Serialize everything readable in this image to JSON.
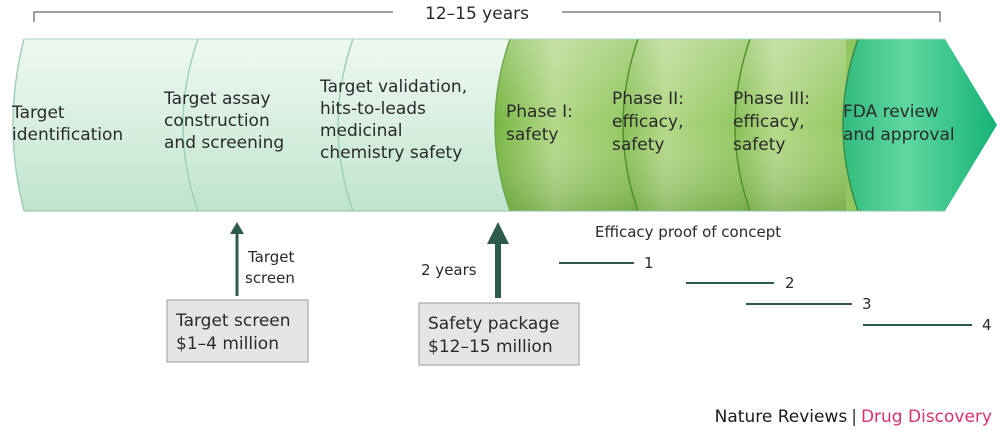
{
  "timeline": {
    "label": "12–15 years"
  },
  "stages": [
    {
      "lines": [
        "Target",
        "identification"
      ]
    },
    {
      "lines": [
        "Target assay",
        "construction",
        "and screening"
      ]
    },
    {
      "lines": [
        "Target validation,",
        "hits-to-leads",
        "medicinal",
        "chemistry safety"
      ]
    },
    {
      "lines": [
        "Phase I:",
        "safety"
      ]
    },
    {
      "lines": [
        "Phase II:",
        "efficacy,",
        "safety"
      ]
    },
    {
      "lines": [
        "Phase III:",
        "efficacy,",
        "safety"
      ]
    },
    {
      "lines": [
        "FDA review",
        "and approval"
      ]
    }
  ],
  "target_screen": {
    "arrow_label": [
      "Target",
      "screen"
    ],
    "box_lines": [
      "Target screen",
      "$1–4 million"
    ]
  },
  "safety_package": {
    "arrow_label": "2 years",
    "box_lines": [
      "Safety package",
      "$12–15 million"
    ]
  },
  "efficacy": {
    "title": "Efficacy proof of concept",
    "markers": [
      "1",
      "2",
      "3",
      "4"
    ]
  },
  "footer": {
    "brand1": "Nature Reviews",
    "sep": "|",
    "brand2": "Drug Discovery"
  },
  "colors": {
    "light_start": "#e6f5ec",
    "light_end": "#bfe4cf",
    "green_light": "#cfe6a4",
    "green_dark": "#5aa12a",
    "teal_light": "#79dfb0",
    "teal_dark": "#12b173",
    "line": "#2f5b4d",
    "box_fill": "#e4e6e4",
    "accent": "#d6336c"
  }
}
